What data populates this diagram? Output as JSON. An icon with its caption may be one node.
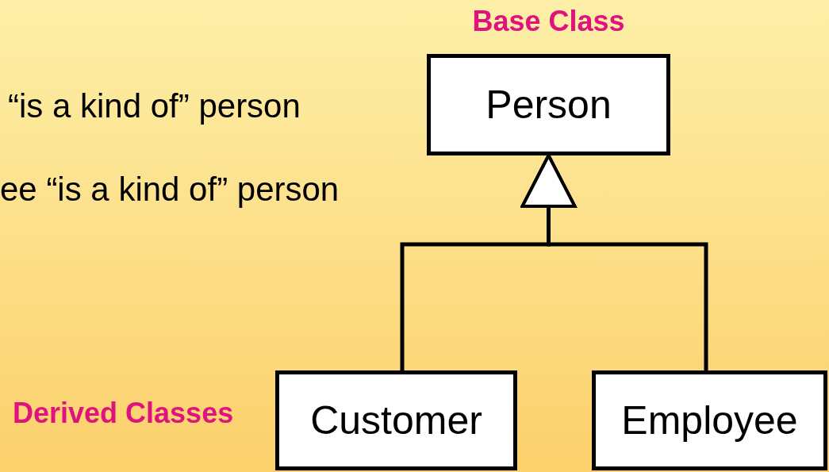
{
  "diagram": {
    "nodes": [
      {
        "text": [
          "Person"
        ],
        "beside": [
          "Base Class"
        ]
      },
      {
        "text": [
          "Customer"
        ]
      },
      {
        "text": [
          "Employee"
        ]
      }
    ],
    "edges": [
      {
        "from": 1,
        "to": 0,
        "arrow": "to"
      },
      {
        "from": 2,
        "to": 0,
        "arrow": "to"
      }
    ],
    "labels": [
      "“is a kind of” person",
      "ee “is a kind of” person",
      "Derived Classes"
    ]
  }
}
